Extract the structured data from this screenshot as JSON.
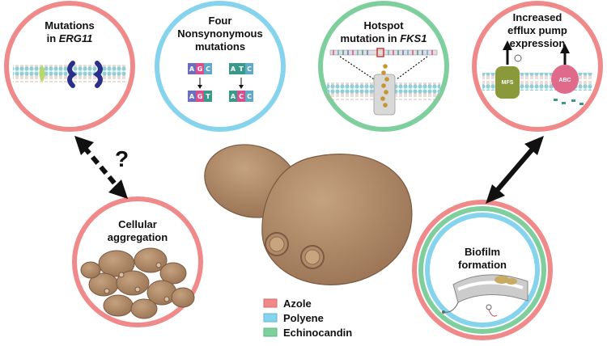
{
  "circles": {
    "erg11": {
      "title_line1": "Mutations",
      "title_line2_prefix": "in ",
      "title_line2_gene": "ERG11",
      "ring_color": "#f08a8a"
    },
    "nonsyn": {
      "title_line1": "Four",
      "title_line2": "Nonsynonymous",
      "title_line3": "mutations",
      "ring_color": "#86d3ee",
      "codons": {
        "top_left": [
          "A",
          "G",
          "C"
        ],
        "bottom_left": [
          "A",
          "G",
          "T"
        ],
        "top_right": [
          "A",
          "T",
          "C"
        ],
        "bottom_right": [
          "A",
          "C",
          "C"
        ]
      }
    },
    "fks1": {
      "title_line1": "Hotspot",
      "title_line2_prefix": "mutation in ",
      "title_line2_gene": "FKS1",
      "ring_color": "#7fcf9e"
    },
    "efflux": {
      "title_line1": "Increased",
      "title_line2": "efflux pump",
      "title_line3": "expression",
      "ring_color": "#f08a8a",
      "pump_left": "MFS",
      "pump_right": "ABC"
    },
    "aggregation": {
      "title_line1": "Cellular",
      "title_line2": "aggregation",
      "ring_color": "#f08a8a"
    },
    "biofilm": {
      "title_line1": "Biofilm",
      "title_line2": "formation",
      "ring_colors": [
        "#f08a8a",
        "#7fcf9e",
        "#86d3ee"
      ]
    }
  },
  "question_mark": "?",
  "legend": [
    {
      "label": "Azole",
      "color": "#f08a8a"
    },
    {
      "label": "Polyene",
      "color": "#86d3ee"
    },
    {
      "label": "Echinocandin",
      "color": "#7fcf9e"
    }
  ],
  "colors": {
    "yeast": "#b08a6a",
    "yeast_dark": "#7a5a40",
    "membrane_head": "#8fd0d8",
    "arrow": "#111111"
  }
}
